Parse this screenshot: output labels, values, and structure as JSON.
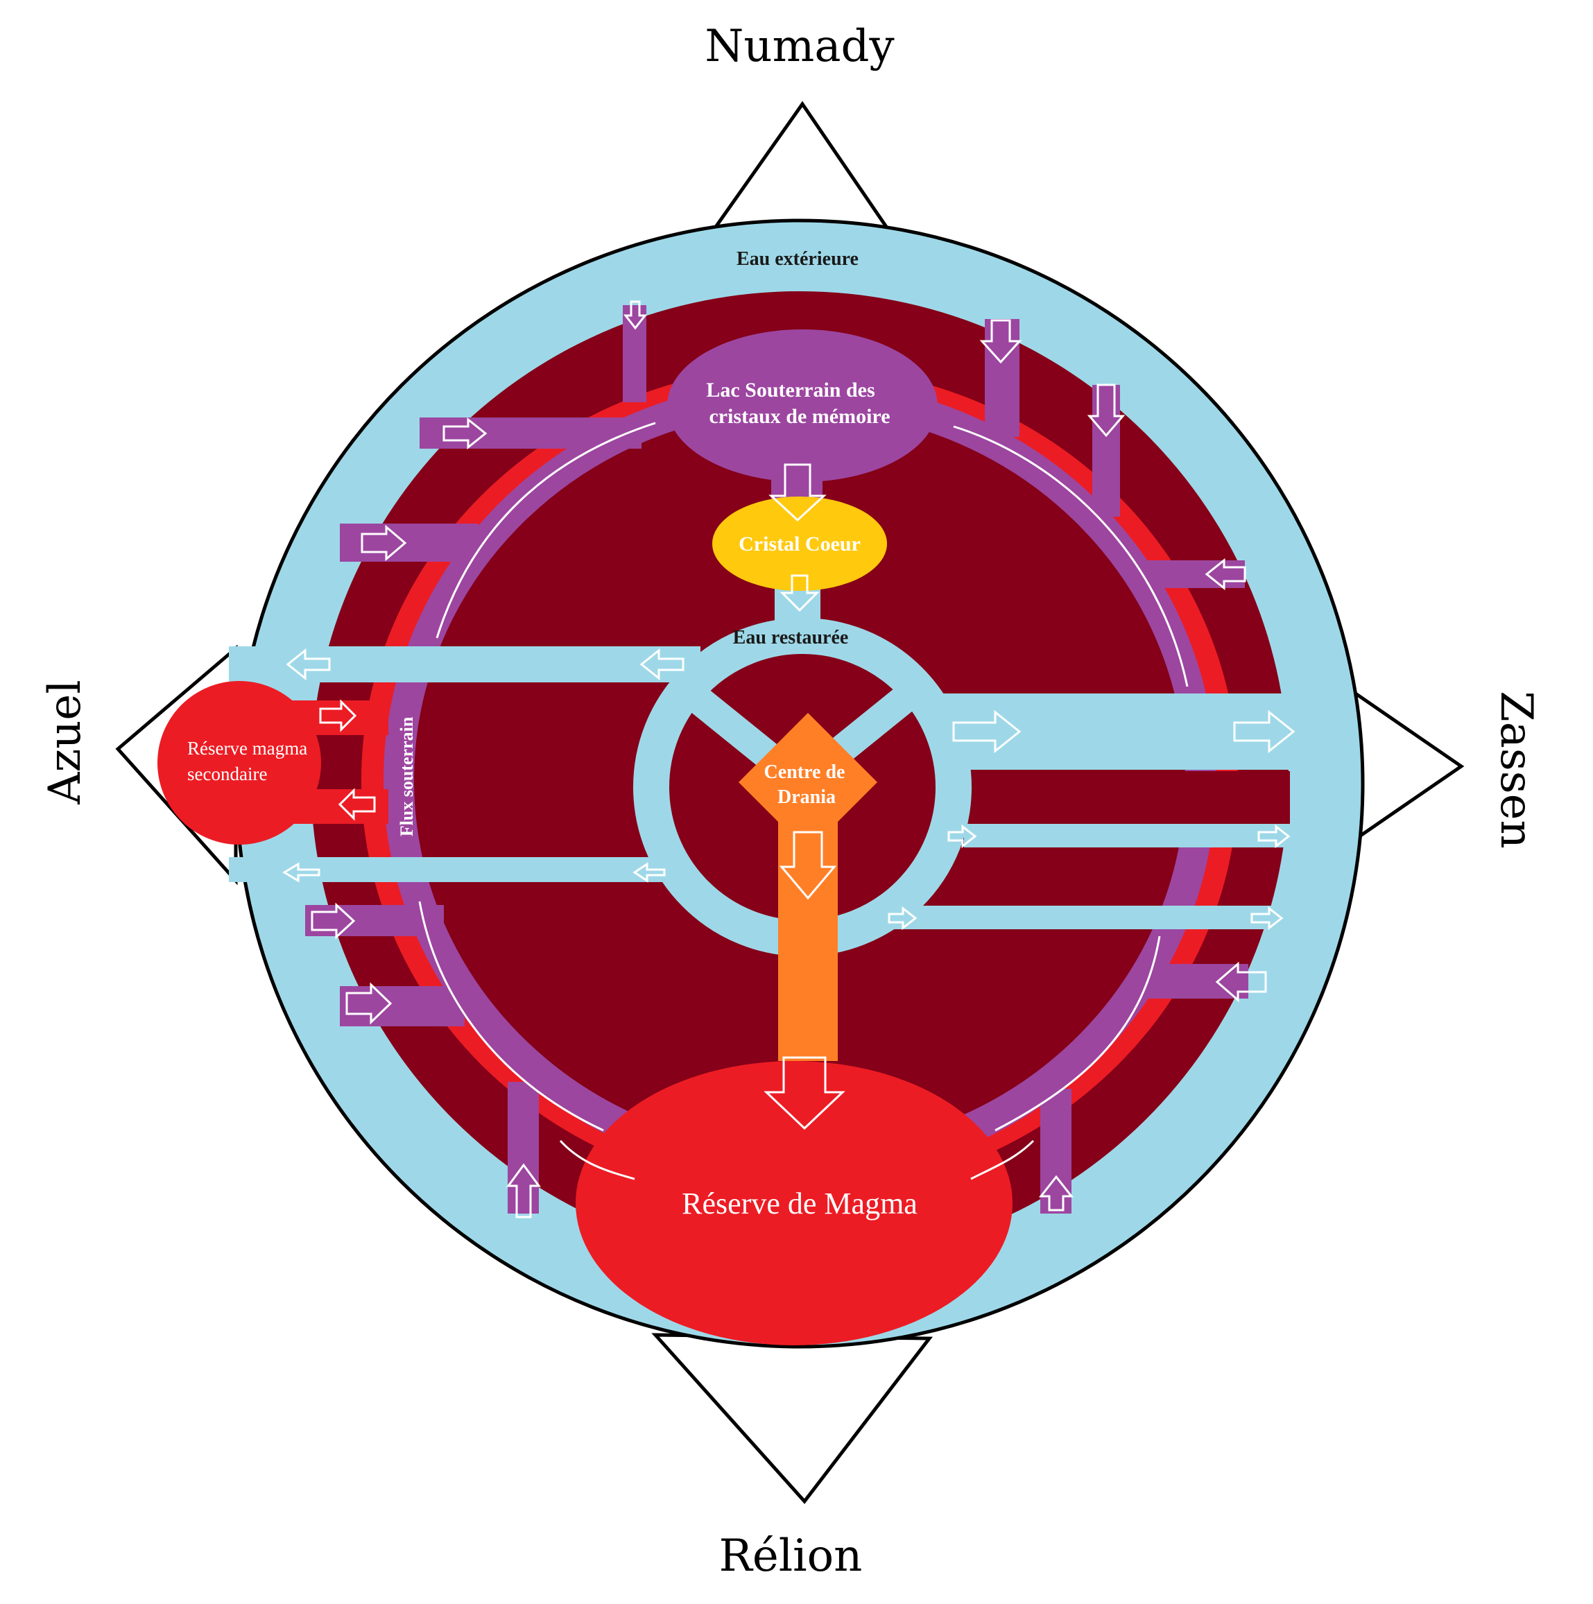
{
  "directions": {
    "north": "Numady",
    "south": "Rélion",
    "west": "Azuel",
    "east": "Zassen"
  },
  "rings": {
    "outer_water": "Eau extérieure",
    "restored_water": "Eau restaurée",
    "underground_flow": "Flux souterrain"
  },
  "nodes": {
    "lake_line1": "Lac Souterrain des",
    "lake_line2": "cristaux de mémoire",
    "crystal": "Cristal Coeur",
    "center_line1": "Centre de",
    "center_line2": "Drania",
    "magma_main": "Réserve de Magma",
    "magma_secondary_line1": "Réserve magma",
    "magma_secondary_line2": "secondaire"
  },
  "colors": {
    "water": "#9ed8e8",
    "magma_dark": "#850018",
    "magma_red": "#ec1c24",
    "flow_purple": "#9c46a0",
    "crystal_yellow": "#ffc90e",
    "center_orange": "#ff7f27"
  }
}
